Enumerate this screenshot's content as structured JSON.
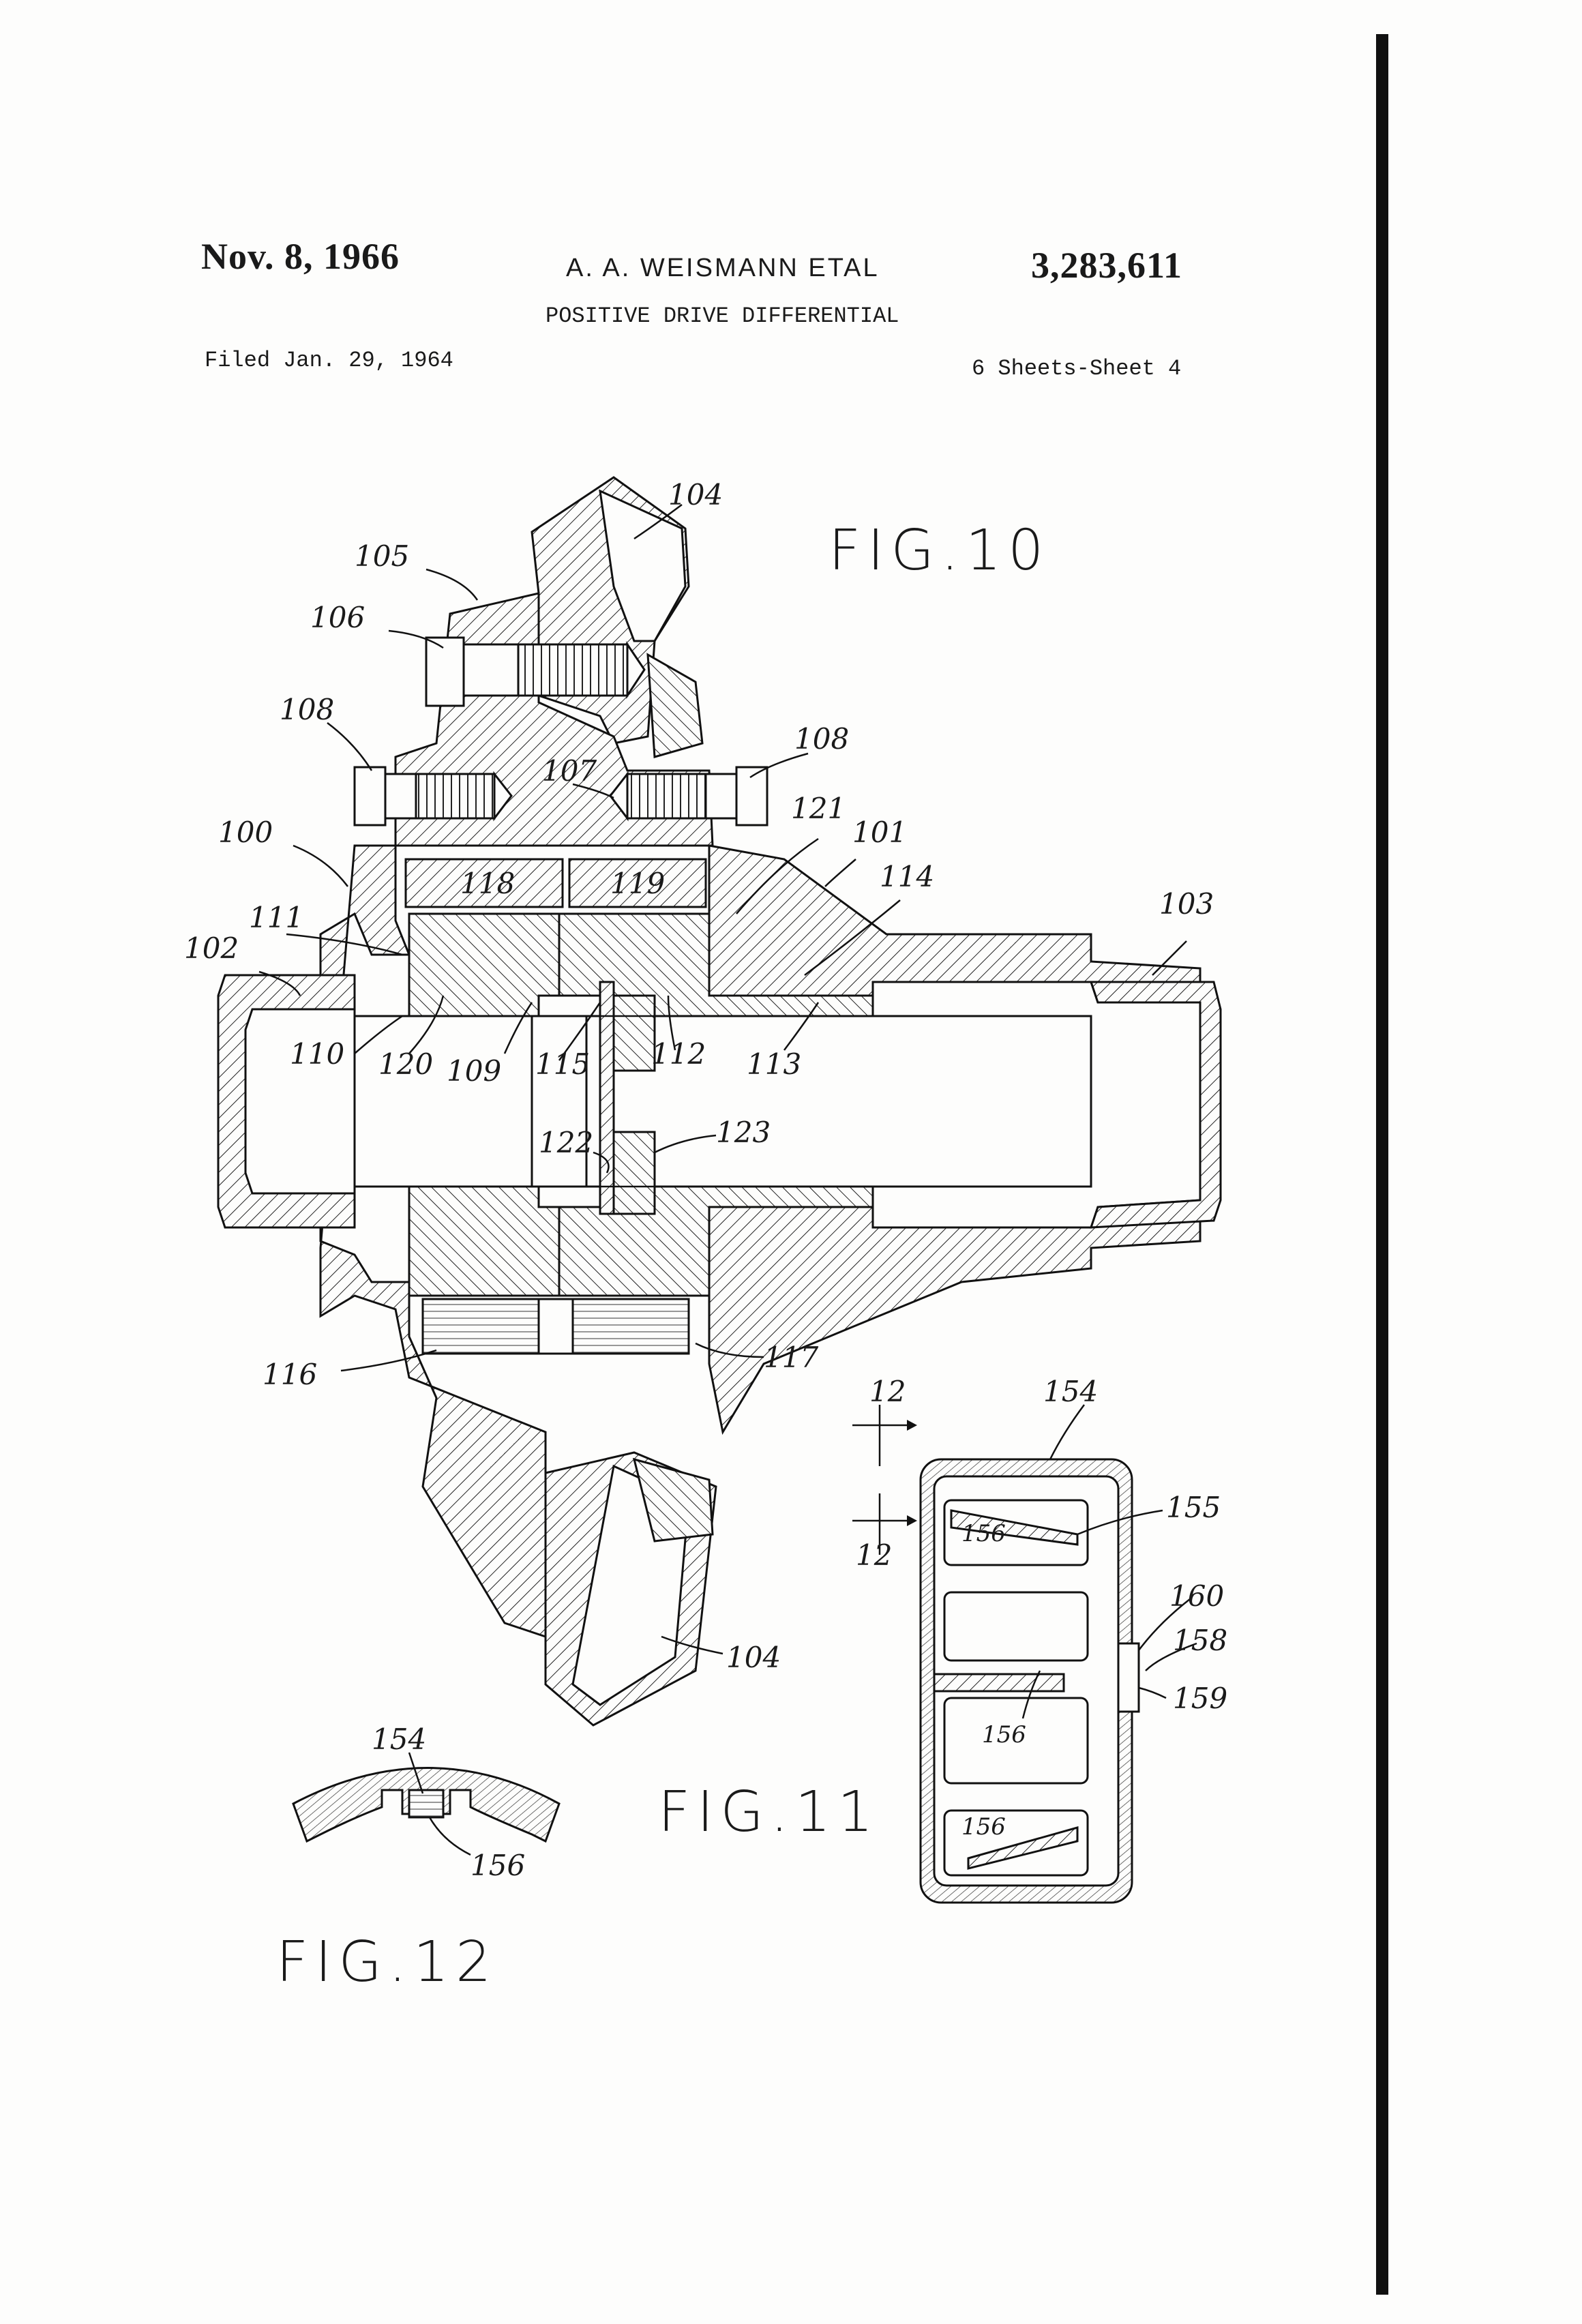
{
  "header": {
    "date": "Nov. 8, 1966",
    "inventor": "A. A. WEISMANN ETAL",
    "patent_number": "3,283,611",
    "title": "POSITIVE DRIVE DIFFERENTIAL",
    "filed": "Filed Jan. 29, 1964",
    "sheets": "6 Sheets-Sheet 4"
  },
  "figures": {
    "fig10": "FIG.10",
    "fig11": "FIG.11",
    "fig12": "FIG.12"
  },
  "reference_numerals": {
    "r104_top": "104",
    "r105": "105",
    "r106": "106",
    "r108_left": "108",
    "r108_right": "108",
    "r107": "107",
    "r100": "100",
    "r121": "121",
    "r101": "101",
    "r114": "114",
    "r103": "103",
    "r118": "118",
    "r119": "119",
    "r111": "111",
    "r102": "102",
    "r110": "110",
    "r120": "120",
    "r109": "109",
    "r115": "115",
    "r112": "112",
    "r113": "113",
    "r122": "122",
    "r123": "123",
    "r116": "116",
    "r117": "117",
    "r104_bottom": "104",
    "r12_top": "12",
    "r12_bottom": "12",
    "r154_fig11": "154",
    "r155": "155",
    "r156_a": "156",
    "r160": "160",
    "r158": "158",
    "r159": "159",
    "r156_b": "156",
    "r156_c": "156",
    "r154_fig12": "154",
    "r156_fig12": "156"
  }
}
